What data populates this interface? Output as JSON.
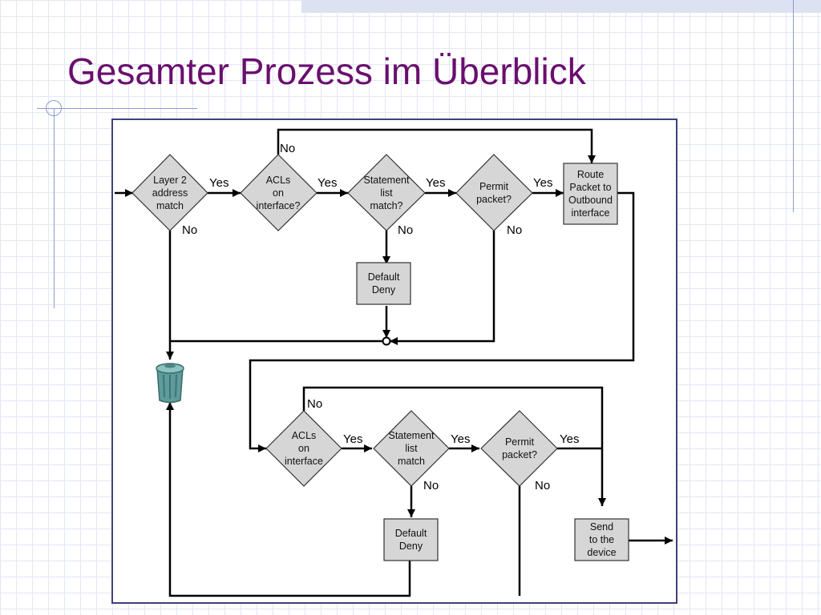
{
  "slide": {
    "title": "Gesamter Prozess im Überblick"
  },
  "diagram": {
    "nodes": {
      "layer2": "Layer 2\naddress\nmatch",
      "acls1": "ACLs\non\ninterface?",
      "stmt1": "Statement\nlist\nmatch?",
      "permit1": "Permit\npacket?",
      "route": "Route\nPacket to\nOutbound\ninterface",
      "deny1": "Default\nDeny",
      "acls2": "ACLs\non\ninterface",
      "stmt2": "Statement\nlist\nmatch",
      "permit2": "Permit\npacket?",
      "deny2": "Default\nDeny",
      "send": "Send\nto the\ndevice"
    },
    "edge_labels": {
      "yes": "Yes",
      "no": "No"
    }
  }
}
